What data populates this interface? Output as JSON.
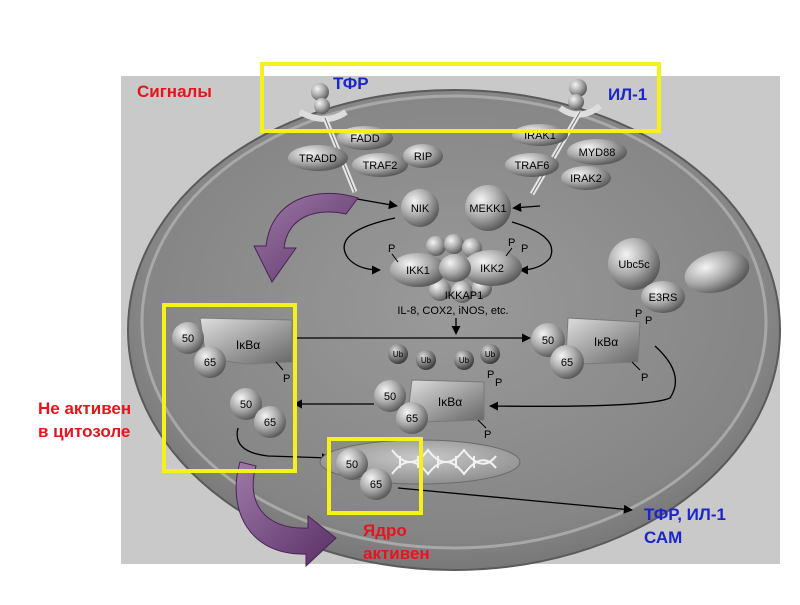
{
  "labels": {
    "signals": "Сигналы",
    "tfr": "ТФР",
    "il1": "ИЛ-1",
    "inactive_line1": "Не активен",
    "inactive_line2": "в цитозоле",
    "nucleus_line1": "Ядро",
    "nucleus_line2": "активен",
    "output_line1": "ТФР, ИЛ-1",
    "output_line2": "САМ"
  },
  "proteins": {
    "fadd": "FADD",
    "tradd": "TRADD",
    "traf2": "TRAF2",
    "rip": "RIP",
    "irak1": "IRAK1",
    "myd88": "MYD88",
    "traf6": "TRAF6",
    "irak2": "IRAK2",
    "nik": "NIK",
    "mekk1": "MEKK1",
    "ikk1": "IKK1",
    "ikk2": "IKK2",
    "ikkap1": "IKKAP1",
    "genes": "IL-8,  COX2,  iNOS, etc.",
    "ubc5c": "Ubc5c",
    "e3rs": "E3RS",
    "ikba": "IκBα",
    "p50": "50",
    "p65": "65",
    "phospho": "P",
    "ub": "Ub"
  },
  "colors": {
    "label_red": "#e8141b",
    "label_blue": "#1c25c9",
    "highlight_box": "#f5f21a",
    "curved_arrow": "#7a4d86"
  }
}
